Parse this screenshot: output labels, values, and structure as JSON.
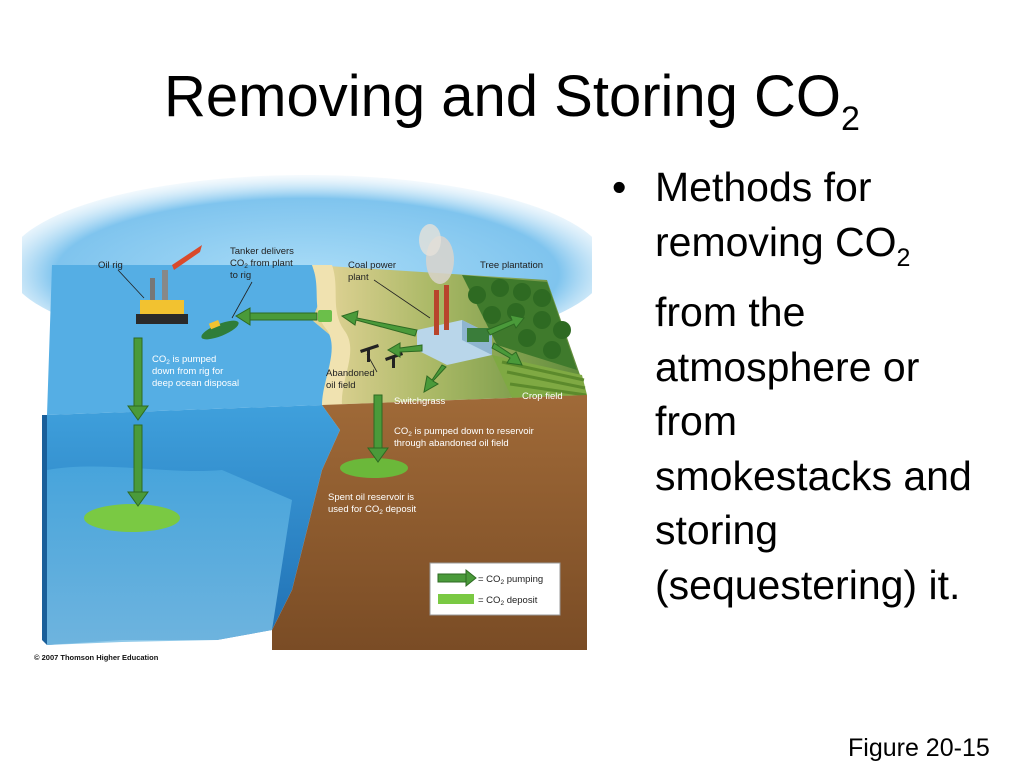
{
  "slide": {
    "title_main": "Removing and Storing CO",
    "title_sub": "2",
    "bullet": {
      "marker": "•",
      "lines": [
        {
          "text": "Methods for"
        },
        {
          "text": "removing CO",
          "sub": "2"
        },
        {
          "text": "from the"
        },
        {
          "text": "atmosphere or"
        },
        {
          "text": "from"
        },
        {
          "text": "smokestacks and"
        },
        {
          "text": "storing"
        },
        {
          "text": "(sequestering) it."
        }
      ]
    },
    "caption": "Figure 20-15",
    "copyright": "© 2007 Thomson Higher Education"
  },
  "diagram": {
    "labels": {
      "oil_rig": "Oil rig",
      "tanker_1": "Tanker delivers",
      "tanker_2a": "CO",
      "tanker_2b": " from plant",
      "tanker_3": "to rig",
      "coal_1": "Coal power",
      "coal_2": "plant",
      "tree": "Tree plantation",
      "pumped_1a": "CO",
      "pumped_1b": " is pumped",
      "pumped_2": "down from rig for",
      "pumped_3": "deep ocean disposal",
      "abandoned_1": "Abandoned",
      "abandoned_2": "oil field",
      "switchgrass": "Switchgrass",
      "crop": "Crop field",
      "reservoir_1a": "CO",
      "reservoir_1b": " is pumped down to reservoir",
      "reservoir_2": "through abandoned oil field",
      "spent_1": "Spent oil reservoir is",
      "spent_2a": "used for CO",
      "spent_2b": " deposit",
      "sub2": "2"
    },
    "legend": {
      "pumping_a": "= CO",
      "pumping_b": " pumping",
      "deposit_a": "= CO",
      "deposit_b": " deposit",
      "sub2": "2"
    },
    "colors": {
      "sky": "#7fc4ee",
      "ocean": "#2f8fd0",
      "ground": "#8b5a2e",
      "arrow": "#4a9a3a",
      "deposit": "#7ac943",
      "land": "#c9b46a"
    }
  }
}
